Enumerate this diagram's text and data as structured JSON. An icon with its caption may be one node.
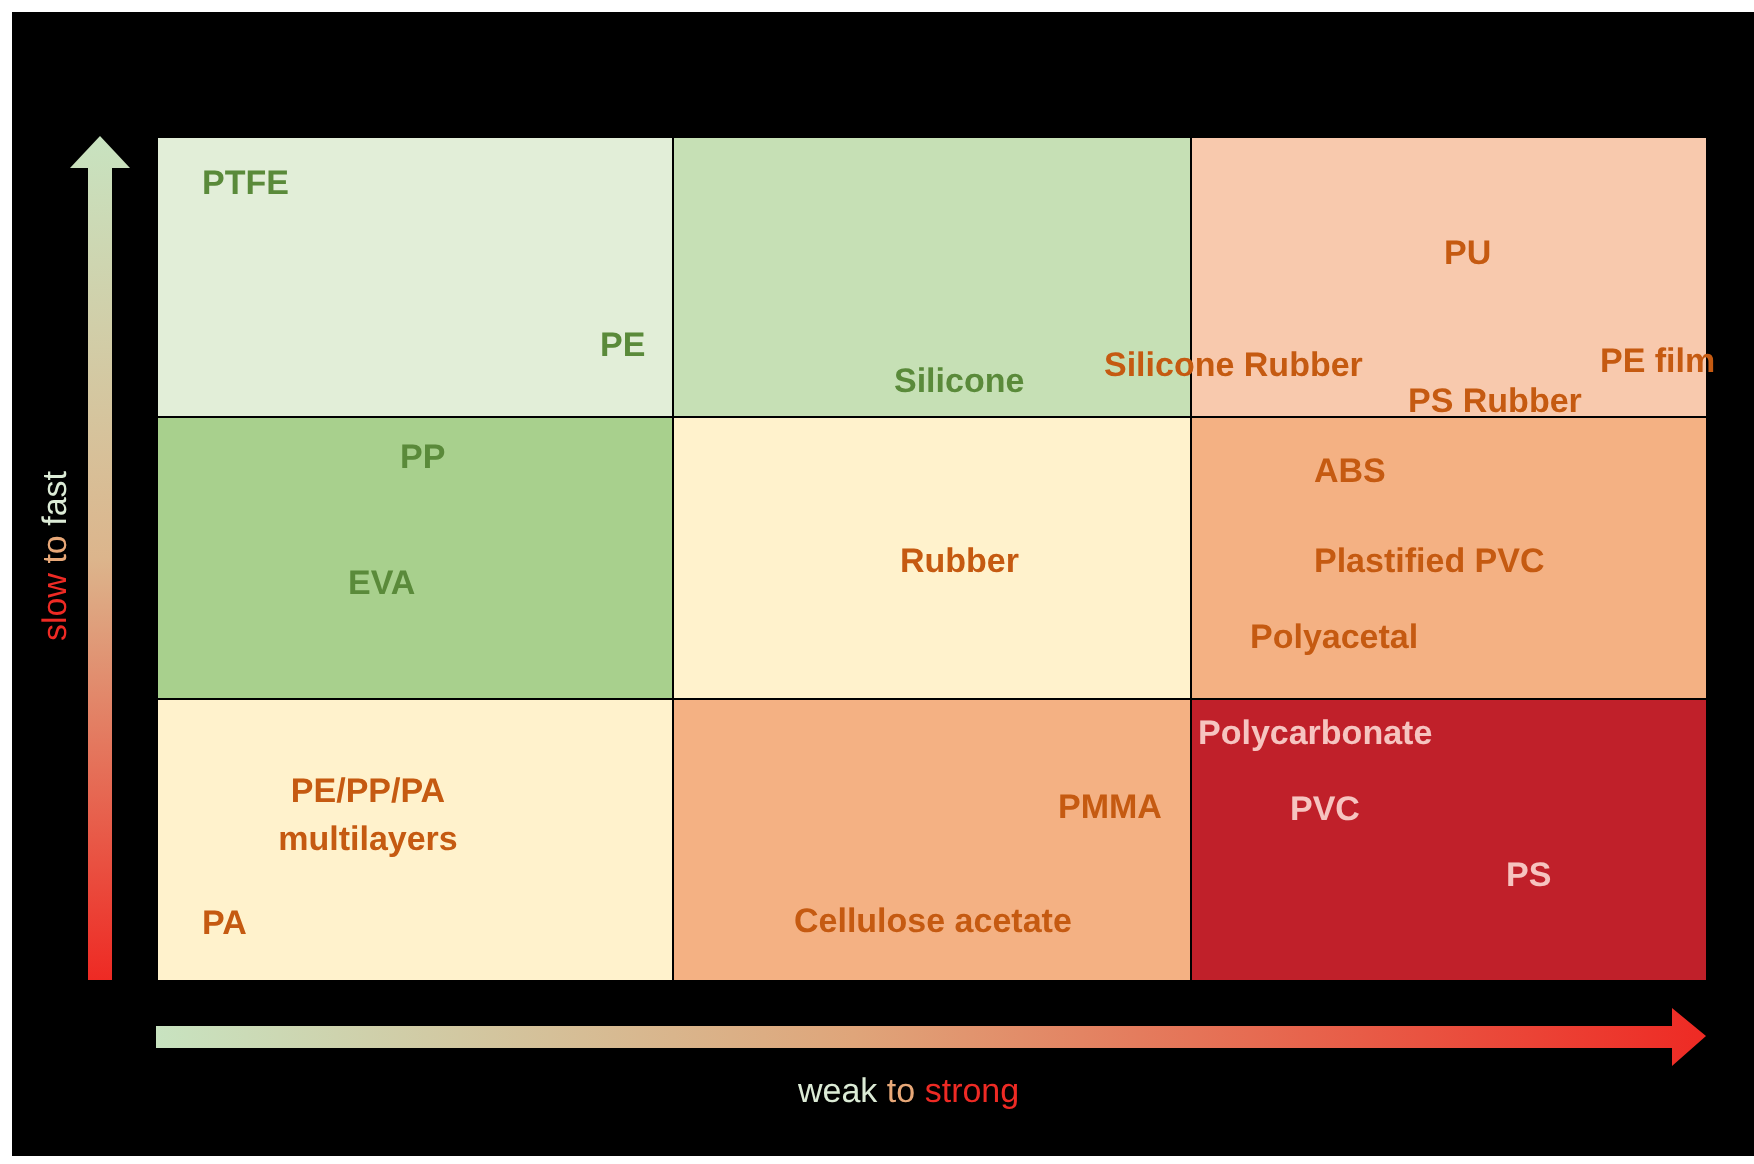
{
  "diagram": {
    "nodes": [
      {
        "text": [
          "PTFE",
          "PE"
        ]
      },
      {
        "text": [
          "Silicone"
        ]
      },
      {
        "text": [
          "PU",
          "Silicone Rubber",
          "PS Rubber",
          "PE film"
        ]
      },
      {
        "text": [
          "PP",
          "EVA"
        ]
      },
      {
        "text": [
          "Rubber"
        ]
      },
      {
        "text": [
          "ABS",
          "Plastified PVC",
          "Polyacetal"
        ]
      },
      {
        "text": [
          "PE/PP/PA multilayers",
          "PA"
        ]
      },
      {
        "text": [
          "PMMA",
          "Cellulose acetate"
        ]
      },
      {
        "text": [
          "Polycarbonate",
          "PVC",
          "PS"
        ]
      }
    ],
    "labels": [
      "slow to fast",
      "weak to strong"
    ]
  }
}
